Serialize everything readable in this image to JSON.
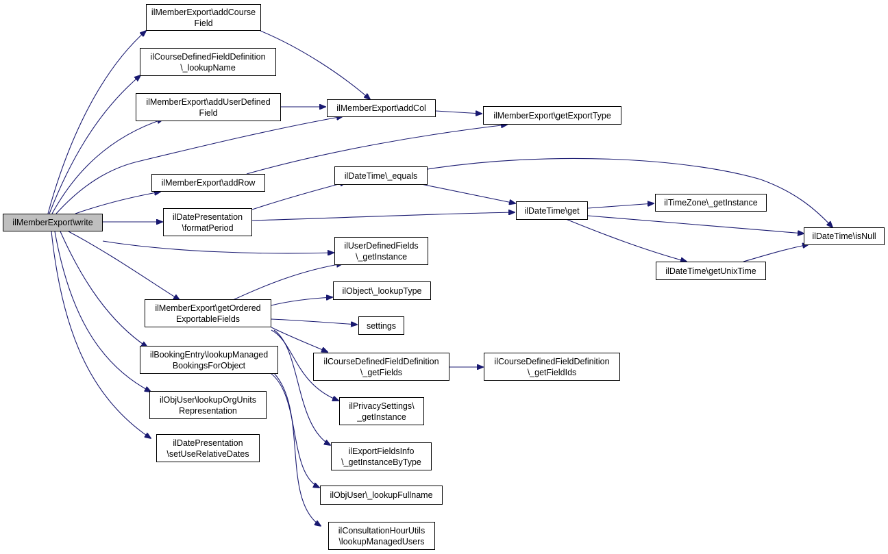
{
  "nodes": {
    "write": "ilMemberExport\\write",
    "addCourseField": "ilMemberExport\\addCourse\nField",
    "cdfLookupName": "ilCourseDefinedFieldDefinition\n\\_lookupName",
    "addUserDefinedField": "ilMemberExport\\addUserDefined\nField",
    "addCol": "ilMemberExport\\addCol",
    "getExportType": "ilMemberExport\\getExportType",
    "addRow": "ilMemberExport\\addRow",
    "dtEquals": "ilDateTime\\_equals",
    "formatPeriod": "ilDatePresentation\n\\formatPeriod",
    "dtGet": "ilDateTime\\get",
    "tzGetInstance": "ilTimeZone\\_getInstance",
    "dtIsNull": "ilDateTime\\isNull",
    "udfGetInstance": "ilUserDefinedFields\n\\_getInstance",
    "dtGetUnixTime": "ilDateTime\\getUnixTime",
    "objLookupType": "ilObject\\_lookupType",
    "getOrdered": "ilMemberExport\\getOrdered\nExportableFields",
    "settings": "settings",
    "bookingLookup": "ilBookingEntry\\lookupManaged\nBookingsForObject",
    "cdfGetFields": "ilCourseDefinedFieldDefinition\n\\_getFields",
    "cdfGetFieldIds": "ilCourseDefinedFieldDefinition\n\\_getFieldIds",
    "orgUnits": "ilObjUser\\lookupOrgUnits\nRepresentation",
    "privacy": "ilPrivacySettings\\\n_getInstance",
    "relDates": "ilDatePresentation\n\\setUseRelativeDates",
    "exportFields": "ilExportFieldsInfo\n\\_getInstanceByType",
    "lookupFullname": "ilObjUser\\_lookupFullname",
    "consultation": "ilConsultationHourUtils\n\\lookupManagedUsers"
  }
}
